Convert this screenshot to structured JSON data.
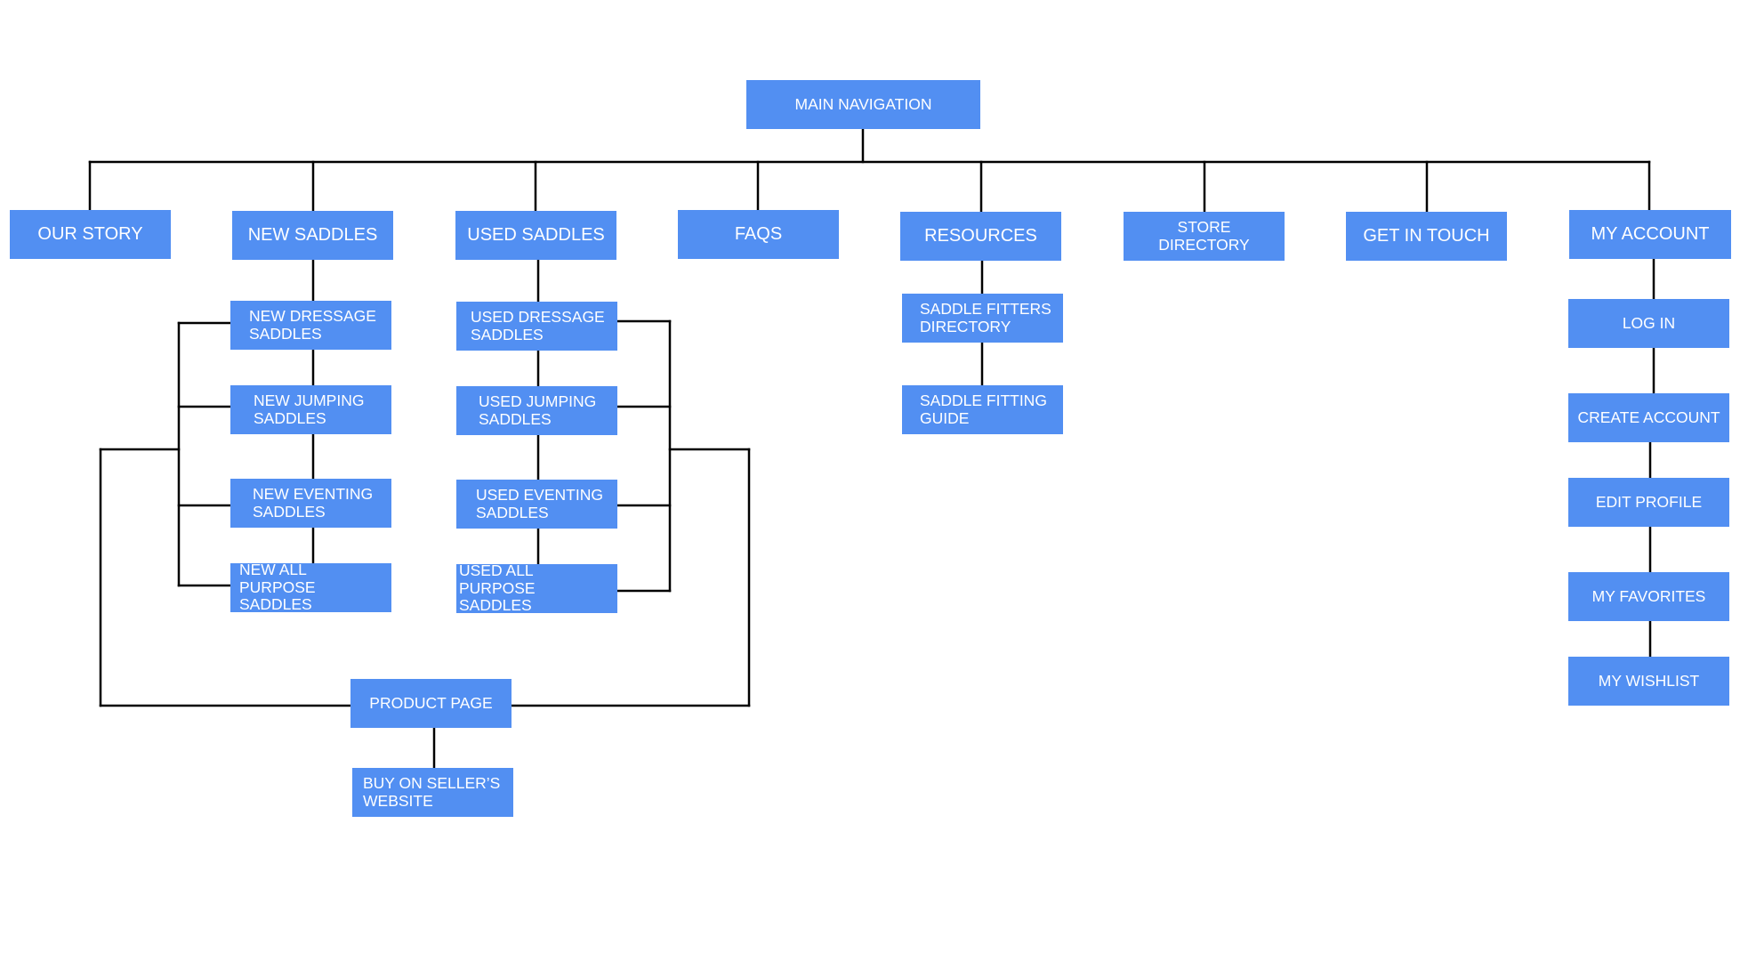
{
  "colors": {
    "node_fill": "#528ff2",
    "node_text": "#ffffff",
    "connector": "#000000",
    "background": "#ffffff"
  },
  "diagram": {
    "root": {
      "label": "MAIN NAVIGATION"
    },
    "top_level": [
      {
        "label": "OUR STORY"
      },
      {
        "label": "NEW SADDLES"
      },
      {
        "label": "USED SADDLES"
      },
      {
        "label": "FAQS"
      },
      {
        "label": "RESOURCES"
      },
      {
        "label": "STORE DIRECTORY"
      },
      {
        "label": "GET IN TOUCH"
      },
      {
        "label": "MY ACCOUNT"
      }
    ],
    "new_saddles_children": [
      {
        "label": "NEW DRESSAGE SADDLES"
      },
      {
        "label": "NEW JUMPING SADDLES"
      },
      {
        "label": "NEW EVENTING SADDLES"
      },
      {
        "label": "NEW ALL PURPOSE SADDLES"
      }
    ],
    "used_saddles_children": [
      {
        "label": "USED DRESSAGE SADDLES"
      },
      {
        "label": "USED JUMPING SADDLES"
      },
      {
        "label": "USED EVENTING SADDLES"
      },
      {
        "label": "USED ALL PURPOSE SADDLES"
      }
    ],
    "resources_children": [
      {
        "label": "SADDLE FITTERS DIRECTORY"
      },
      {
        "label": "SADDLE FITTING GUIDE"
      }
    ],
    "my_account_children": [
      {
        "label": "LOG IN"
      },
      {
        "label": "CREATE ACCOUNT"
      },
      {
        "label": "EDIT PROFILE"
      },
      {
        "label": "MY FAVORITES"
      },
      {
        "label": "MY WISHLIST"
      }
    ],
    "product_page": {
      "label": "PRODUCT PAGE"
    },
    "buy_on_seller": {
      "label": "BUY ON SELLER’S WEBSITE"
    }
  }
}
